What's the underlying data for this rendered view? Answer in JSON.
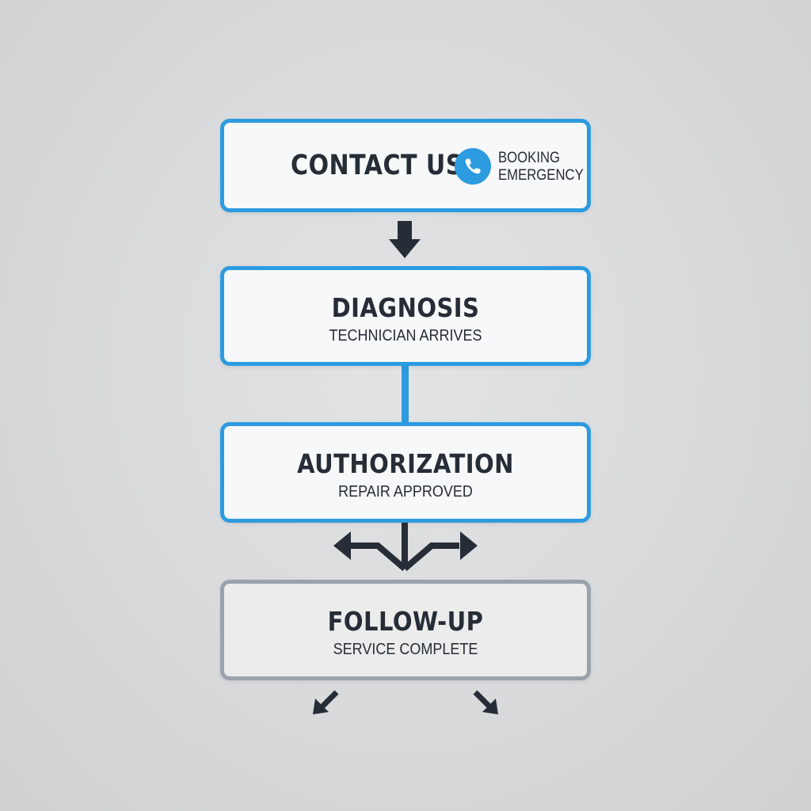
{
  "colors": {
    "accent": "#2d9be0",
    "muted_border": "#9aa2ab",
    "text": "#262d36",
    "arrow": "#262d36"
  },
  "steps": [
    {
      "title": "CONTACT US",
      "icon": "phone-icon",
      "options": [
        "BOOKING",
        "EMERGENCY"
      ]
    },
    {
      "title": "DIAGNOSIS",
      "subtitle": "TECHNICIAN ARRIVES"
    },
    {
      "title": "AUTHORIZATION",
      "subtitle": "REPAIR APPROVED"
    },
    {
      "title": "FOLLOW-UP",
      "subtitle": "SERVICE COMPLETE"
    }
  ]
}
